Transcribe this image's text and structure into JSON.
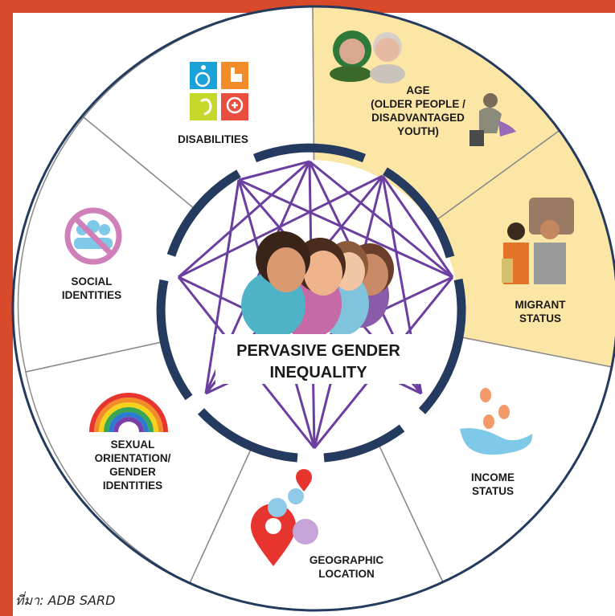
{
  "center": {
    "line1": "PERVASIVE GENDER",
    "line2": "INEQUALITY"
  },
  "segments": [
    {
      "id": "disabilities",
      "lines": [
        "DISABILITIES"
      ],
      "icon": "disability-icons"
    },
    {
      "id": "age",
      "lines": [
        "AGE",
        "(OLDER PEOPLE /",
        "DISADVANTAGED",
        "YOUTH)"
      ],
      "icon": "elderly-youth-icon"
    },
    {
      "id": "migrant",
      "lines": [
        "MIGRANT",
        "STATUS"
      ],
      "icon": "migrant-workers-icon"
    },
    {
      "id": "income",
      "lines": [
        "INCOME",
        "STATUS"
      ],
      "icon": "hand-coins-icon"
    },
    {
      "id": "geographic",
      "lines": [
        "GEOGRAPHIC",
        "LOCATION"
      ],
      "icon": "location-pin-icon"
    },
    {
      "id": "sexual",
      "lines": [
        "SEXUAL",
        "ORIENTATION/",
        "GENDER",
        "IDENTITIES"
      ],
      "icon": "rainbow-icon"
    },
    {
      "id": "social",
      "lines": [
        "SOCIAL",
        "IDENTITIES"
      ],
      "icon": "no-group-icon"
    }
  ],
  "source": "ที่มา: ADB SARD",
  "colors": {
    "frame": "#d94a2b",
    "highlight": "#fbe6a6",
    "ring": "#243a5e",
    "network": "#6b3fa0"
  }
}
